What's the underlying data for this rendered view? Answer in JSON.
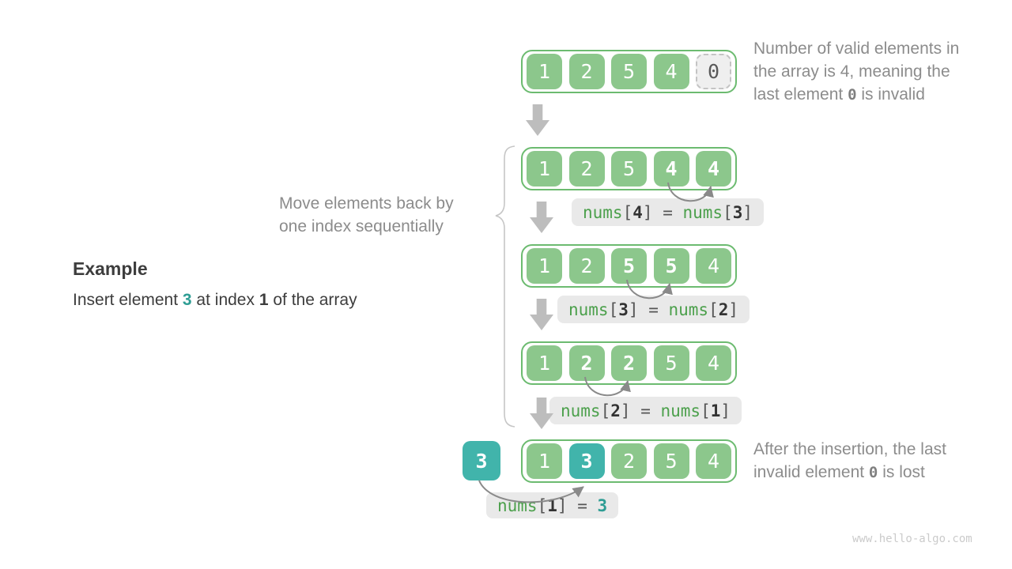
{
  "diagram": {
    "source_watermark": "www.hello-algo.com",
    "colors": {
      "cell_green": "#8cc78c",
      "container_border_green": "#6cbb70",
      "teal_accent": "#41b4ab",
      "teal_text": "#2e9d94",
      "code_green": "#4ca04c",
      "pill_background": "#e9e9e9",
      "note_gray": "#8c8c8c",
      "dark_text": "#3d3d3d",
      "block_arrow_gray": "#bdbdbd",
      "arc_arrow_gray": "#8a8a8a",
      "brace_gray": "#c6c6c6",
      "invalid_cell_bg": "#efefef"
    }
  },
  "example": {
    "heading": "Example",
    "pre": "Insert element ",
    "value": "3",
    "mid": " at index ",
    "index": "1",
    "post": " of the array"
  },
  "notes": {
    "top": {
      "l1": "Number of valid elements in",
      "l2": "the array is 4, meaning the",
      "l3_pre": "last element ",
      "l3_code": "0",
      "l3_post": " is invalid"
    },
    "move": {
      "l1": "Move elements back by",
      "l2": "one index sequentially"
    },
    "after": {
      "l1": "After the insertion, the last",
      "l2_pre": "invalid element ",
      "l2_code": "0",
      "l2_post": " is lost"
    }
  },
  "grid": {
    "inserted_value": "3",
    "rows": [
      {
        "cells": [
          {
            "v": "1"
          },
          {
            "v": "2"
          },
          {
            "v": "5"
          },
          {
            "v": "4"
          },
          {
            "v": "0"
          }
        ]
      },
      {
        "cells": [
          {
            "v": "1"
          },
          {
            "v": "2"
          },
          {
            "v": "5"
          },
          {
            "v": "4"
          },
          {
            "v": "4"
          }
        ]
      },
      {
        "cells": [
          {
            "v": "1"
          },
          {
            "v": "2"
          },
          {
            "v": "5"
          },
          {
            "v": "5"
          },
          {
            "v": "4"
          }
        ]
      },
      {
        "cells": [
          {
            "v": "1"
          },
          {
            "v": "2"
          },
          {
            "v": "2"
          },
          {
            "v": "5"
          },
          {
            "v": "4"
          }
        ]
      },
      {
        "cells": [
          {
            "v": "1"
          },
          {
            "v": "3"
          },
          {
            "v": "2"
          },
          {
            "v": "5"
          },
          {
            "v": "4"
          }
        ]
      }
    ]
  },
  "code_labels": {
    "l1": {
      "fn1": "nums",
      "br1": "[",
      "idx1": "4",
      "br2": "]",
      "eq": " = ",
      "fn2": "nums",
      "br3": "[",
      "idx2": "3",
      "br4": "]"
    },
    "l2": {
      "fn1": "nums",
      "br1": "[",
      "idx1": "3",
      "br2": "]",
      "eq": " = ",
      "fn2": "nums",
      "br3": "[",
      "idx2": "2",
      "br4": "]"
    },
    "l3": {
      "fn1": "nums",
      "br1": "[",
      "idx1": "2",
      "br2": "]",
      "eq": " = ",
      "fn2": "nums",
      "br3": "[",
      "idx2": "1",
      "br4": "]"
    },
    "l4": {
      "fn1": "nums",
      "br1": "[",
      "idx1": "1",
      "br2": "]",
      "eq": " = ",
      "val": "3"
    }
  }
}
